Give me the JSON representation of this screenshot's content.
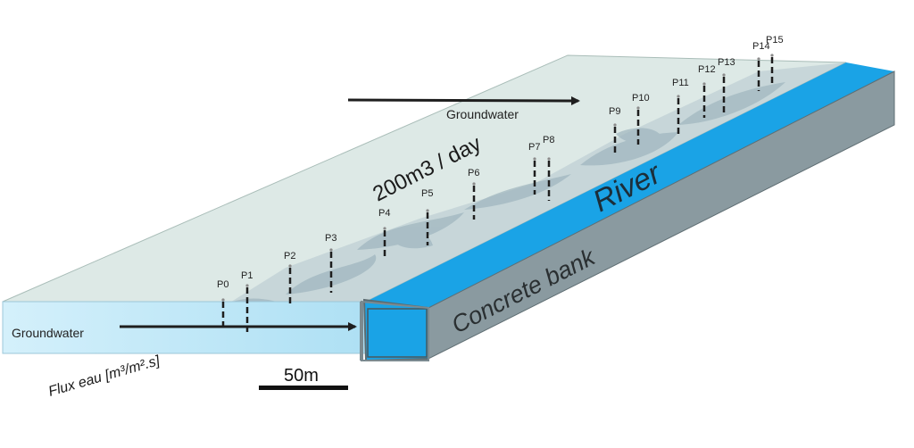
{
  "labels": {
    "groundwater_top": "Groundwater",
    "groundwater_front": "Groundwater",
    "flow_rate": "200m3 / day",
    "river": "River",
    "concrete_bank": "Concrete bank",
    "flux_axis": "Flux eau [m³/m².s]",
    "scale_bar": "50m"
  },
  "piezometers": [
    "P0",
    "P1",
    "P2",
    "P3",
    "P4",
    "P5",
    "P6",
    "P7",
    "P8",
    "P9",
    "P10",
    "P11",
    "P12",
    "P13",
    "P14",
    "P15"
  ],
  "colors": {
    "aquifer_top": "#dde9e6",
    "aquifer_front": "#c6e8f6",
    "river": "#1aa3e6",
    "bank_side": "#8a9aa0",
    "bank_top": "#9aa8ae",
    "arrow": "#1e1e1e"
  }
}
